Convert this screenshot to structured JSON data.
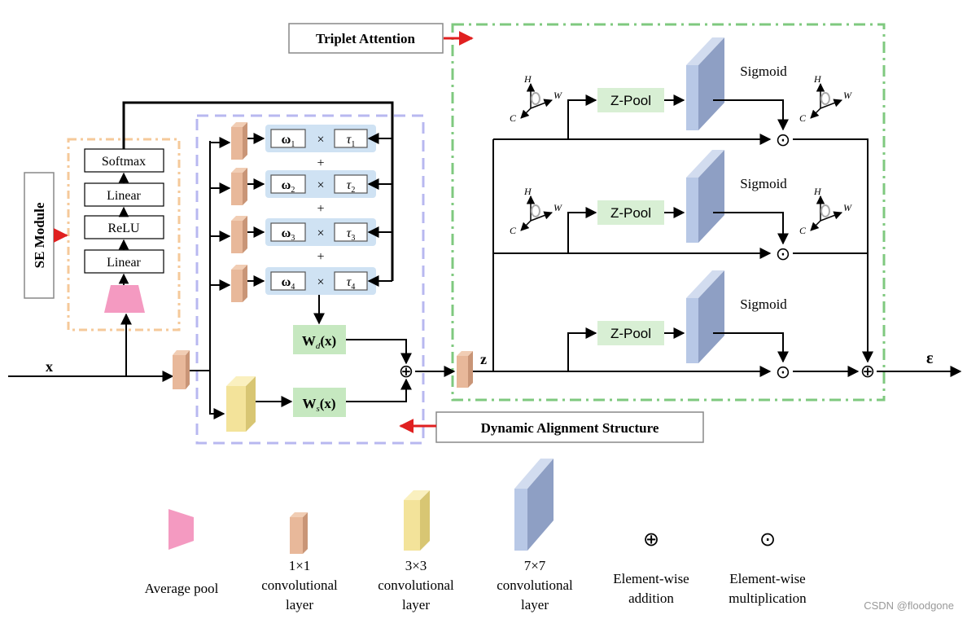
{
  "labels": {
    "triplet_attention": "Triplet Attention",
    "se_module": "SE Module",
    "dynamic_alignment": "Dynamic Alignment Structure",
    "input_x": "x",
    "feature_z": "z",
    "output_eps": "ε",
    "softmax": "Softmax",
    "linear_top": "Linear",
    "relu": "ReLU",
    "linear_bottom": "Linear",
    "times": "×",
    "plus": "+",
    "wd": "W",
    "wd_sub": "d",
    "ws": "W",
    "ws_sub": "s",
    "x_arg": "(x)",
    "zpool": "Z-Pool",
    "sigmoid": "Sigmoid",
    "axis_h": "H",
    "axis_w": "W",
    "axis_c": "C",
    "oplus": "⊕",
    "odot": "⊙",
    "omega": "ω",
    "tau": "τ"
  },
  "kernels": [
    {
      "omega_sub": "1",
      "tau_sub": "1"
    },
    {
      "omega_sub": "2",
      "tau_sub": "2"
    },
    {
      "omega_sub": "3",
      "tau_sub": "3"
    },
    {
      "omega_sub": "4",
      "tau_sub": "4"
    }
  ],
  "legend": {
    "avg_pool": "Average pool",
    "conv1_l1": "1×1",
    "conv1_l2": "convolutional",
    "conv1_l3": "layer",
    "conv3_l1": "3×3",
    "conv3_l2": "convolutional",
    "conv3_l3": "layer",
    "conv7_l1": "7×7",
    "conv7_l2": "convolutional",
    "conv7_l3": "layer",
    "add_symbol": "⊕",
    "add_l1": "Element-wise",
    "add_l2": "addition",
    "mul_symbol": "⊙",
    "mul_l1": "Element-wise",
    "mul_l2": "multiplication"
  },
  "watermark": "CSDN @floodgone",
  "colors": {
    "se_border": "#f5c99a",
    "das_border": "#b8b8f0",
    "ta_border": "#7fc97f",
    "arrow_red": "#e02020",
    "kernel_bg": "#cfe2f3",
    "green_box": "#c6e8c0",
    "zpool_box": "#d8efd4",
    "pink": "#f49ac1",
    "conv1_front": "#e8b89a",
    "conv1_side": "#c99577",
    "conv3_front": "#f3e39a",
    "conv3_side": "#d8c673",
    "conv7_front": "#b8c8e6",
    "conv7_side": "#8e9fc4"
  }
}
